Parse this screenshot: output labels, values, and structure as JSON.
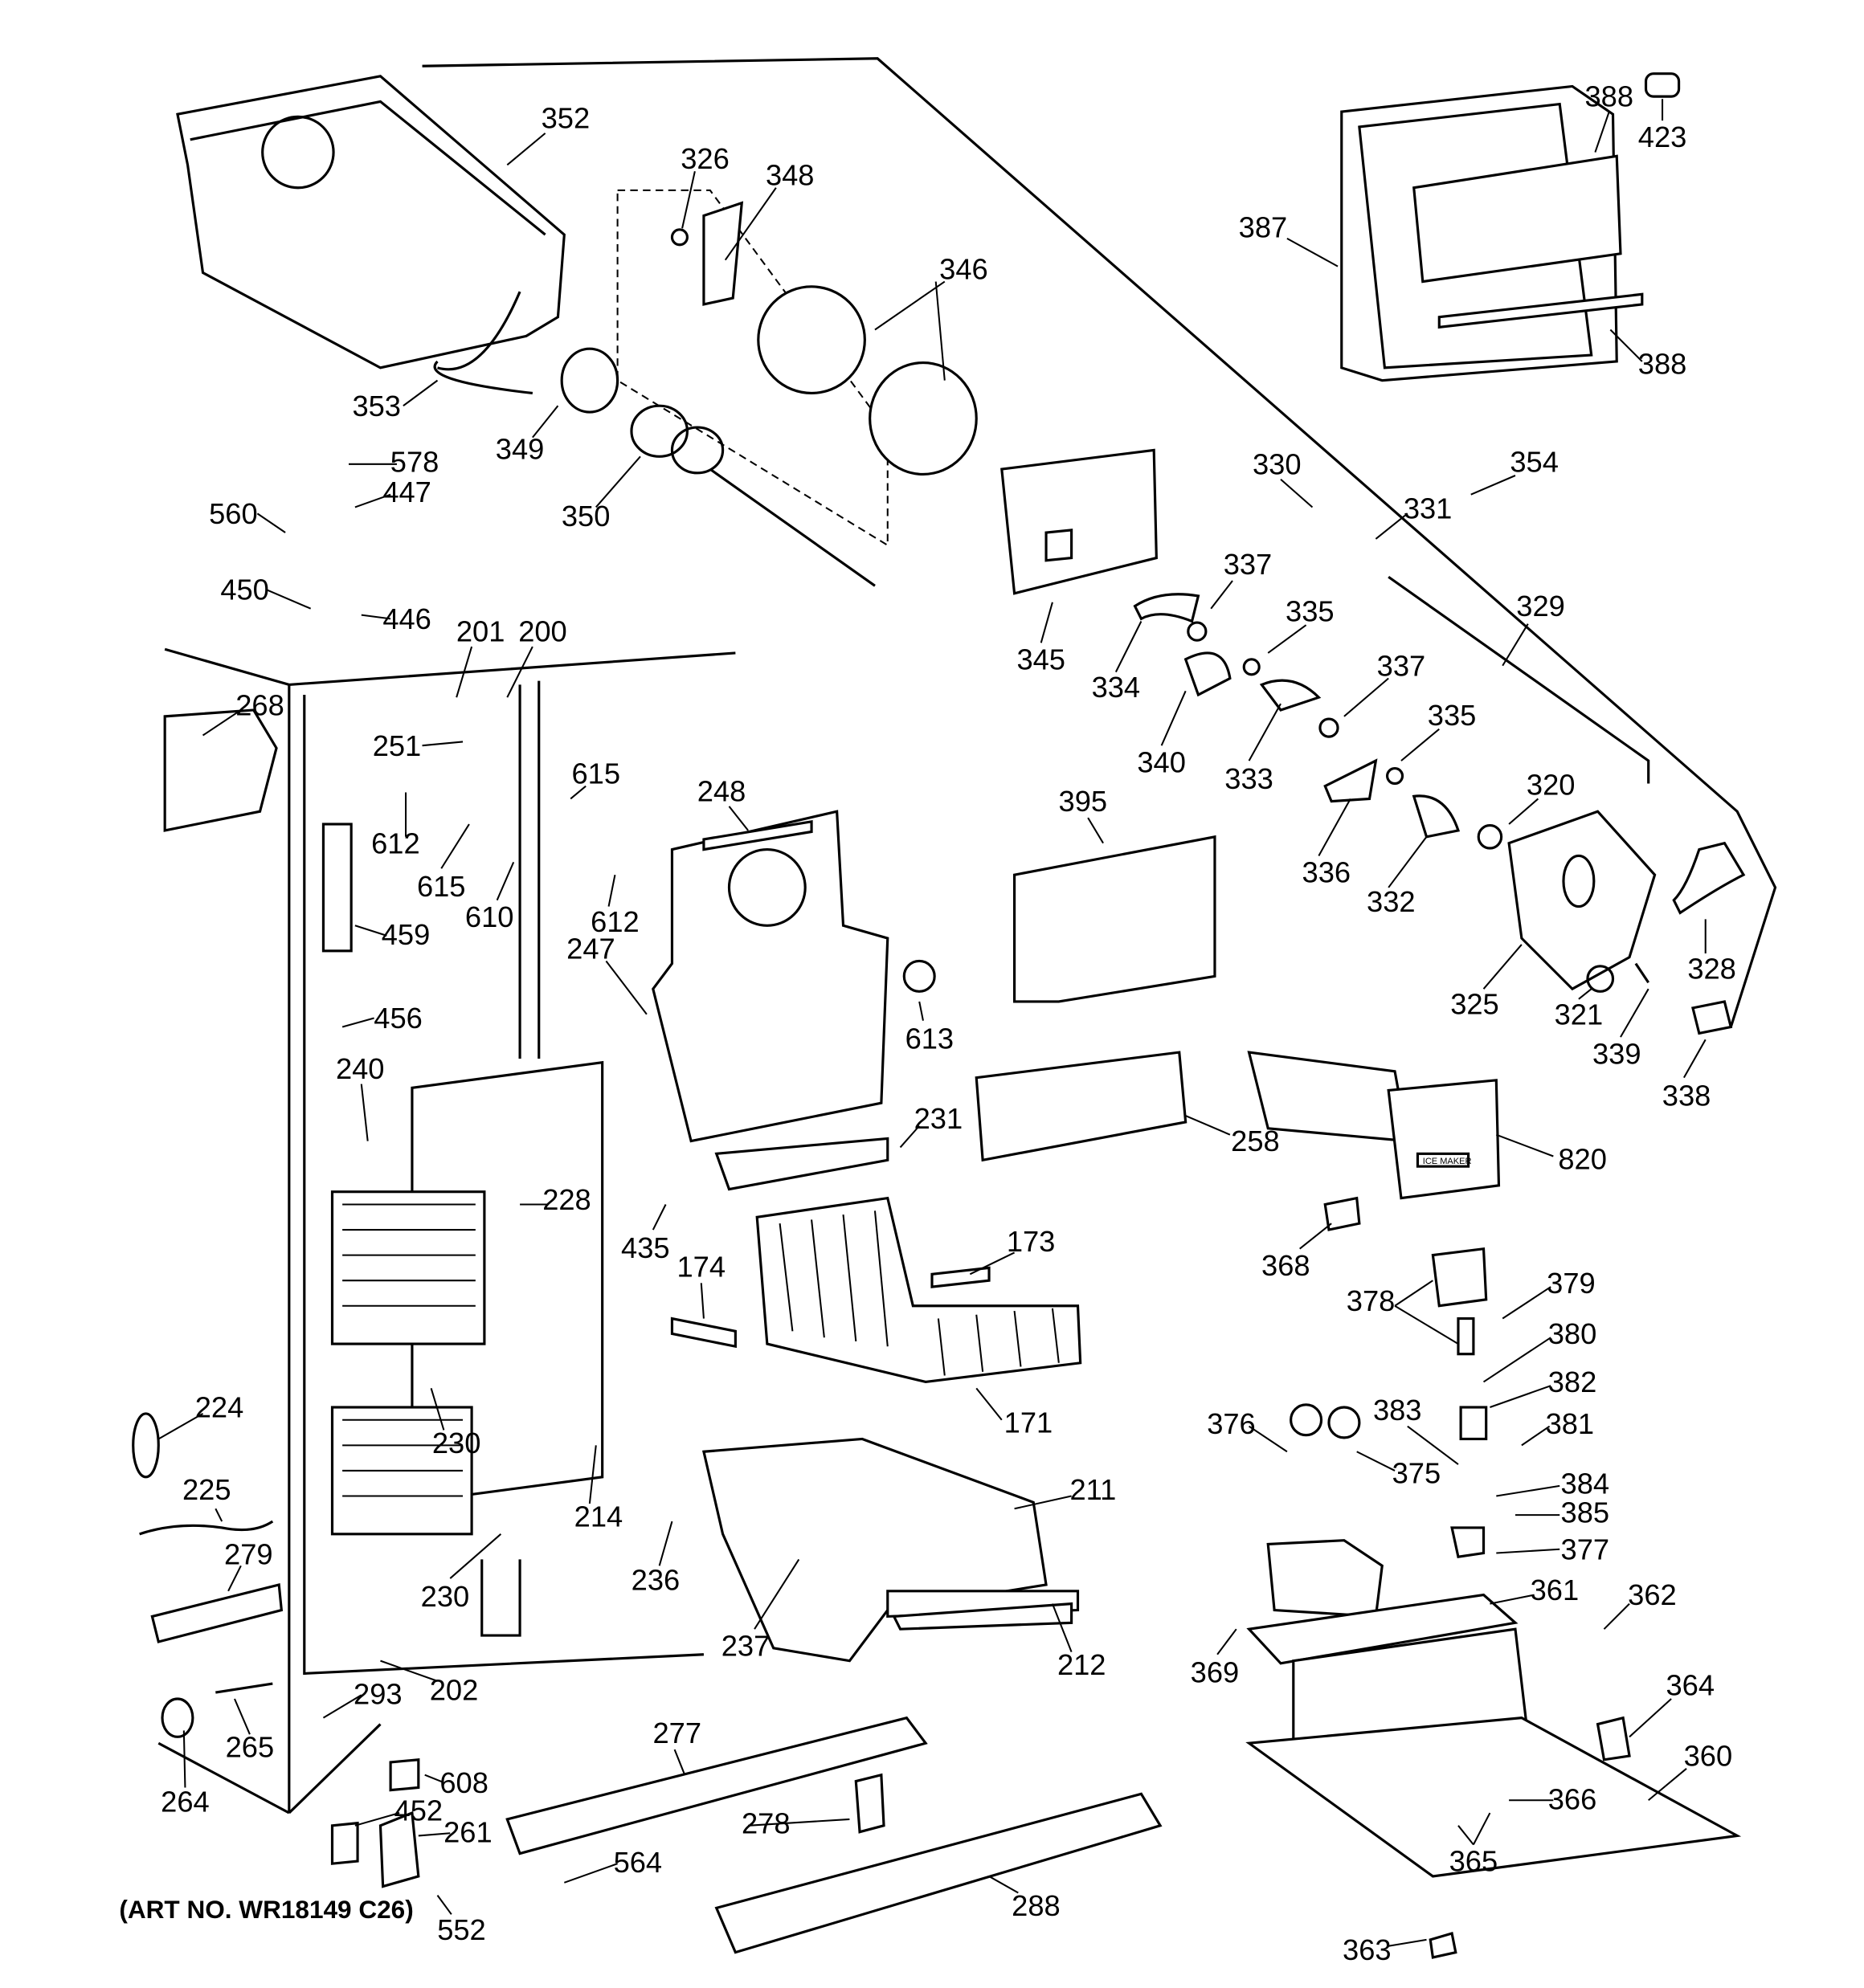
{
  "diagram": {
    "art_number": "(ART NO. WR18149 C26)",
    "callouts": [
      "352",
      "326",
      "348",
      "346",
      "353",
      "349",
      "350",
      "578",
      "447",
      "560",
      "450",
      "446",
      "201",
      "200",
      "268",
      "251",
      "612",
      "615",
      "615",
      "610",
      "612",
      "248",
      "459",
      "456",
      "247",
      "613",
      "240",
      "228",
      "231",
      "435",
      "174",
      "173",
      "224",
      "225",
      "230",
      "171",
      "279",
      "214",
      "211",
      "236",
      "230",
      "237",
      "212",
      "202",
      "293",
      "265",
      "264",
      "608",
      "277",
      "452",
      "261",
      "278",
      "564",
      "288",
      "552",
      "388",
      "423",
      "387",
      "388",
      "354",
      "330",
      "331",
      "337",
      "335",
      "329",
      "345",
      "334",
      "337",
      "335",
      "340",
      "333",
      "320",
      "395",
      "336",
      "332",
      "328",
      "325",
      "321",
      "339",
      "338",
      "258",
      "820",
      "368",
      "378",
      "379",
      "380",
      "382",
      "383",
      "376",
      "381",
      "375",
      "384",
      "385",
      "377",
      "361",
      "362",
      "369",
      "364",
      "360",
      "366",
      "365",
      "363"
    ],
    "ice_maker_label": "ICE MAKER"
  }
}
